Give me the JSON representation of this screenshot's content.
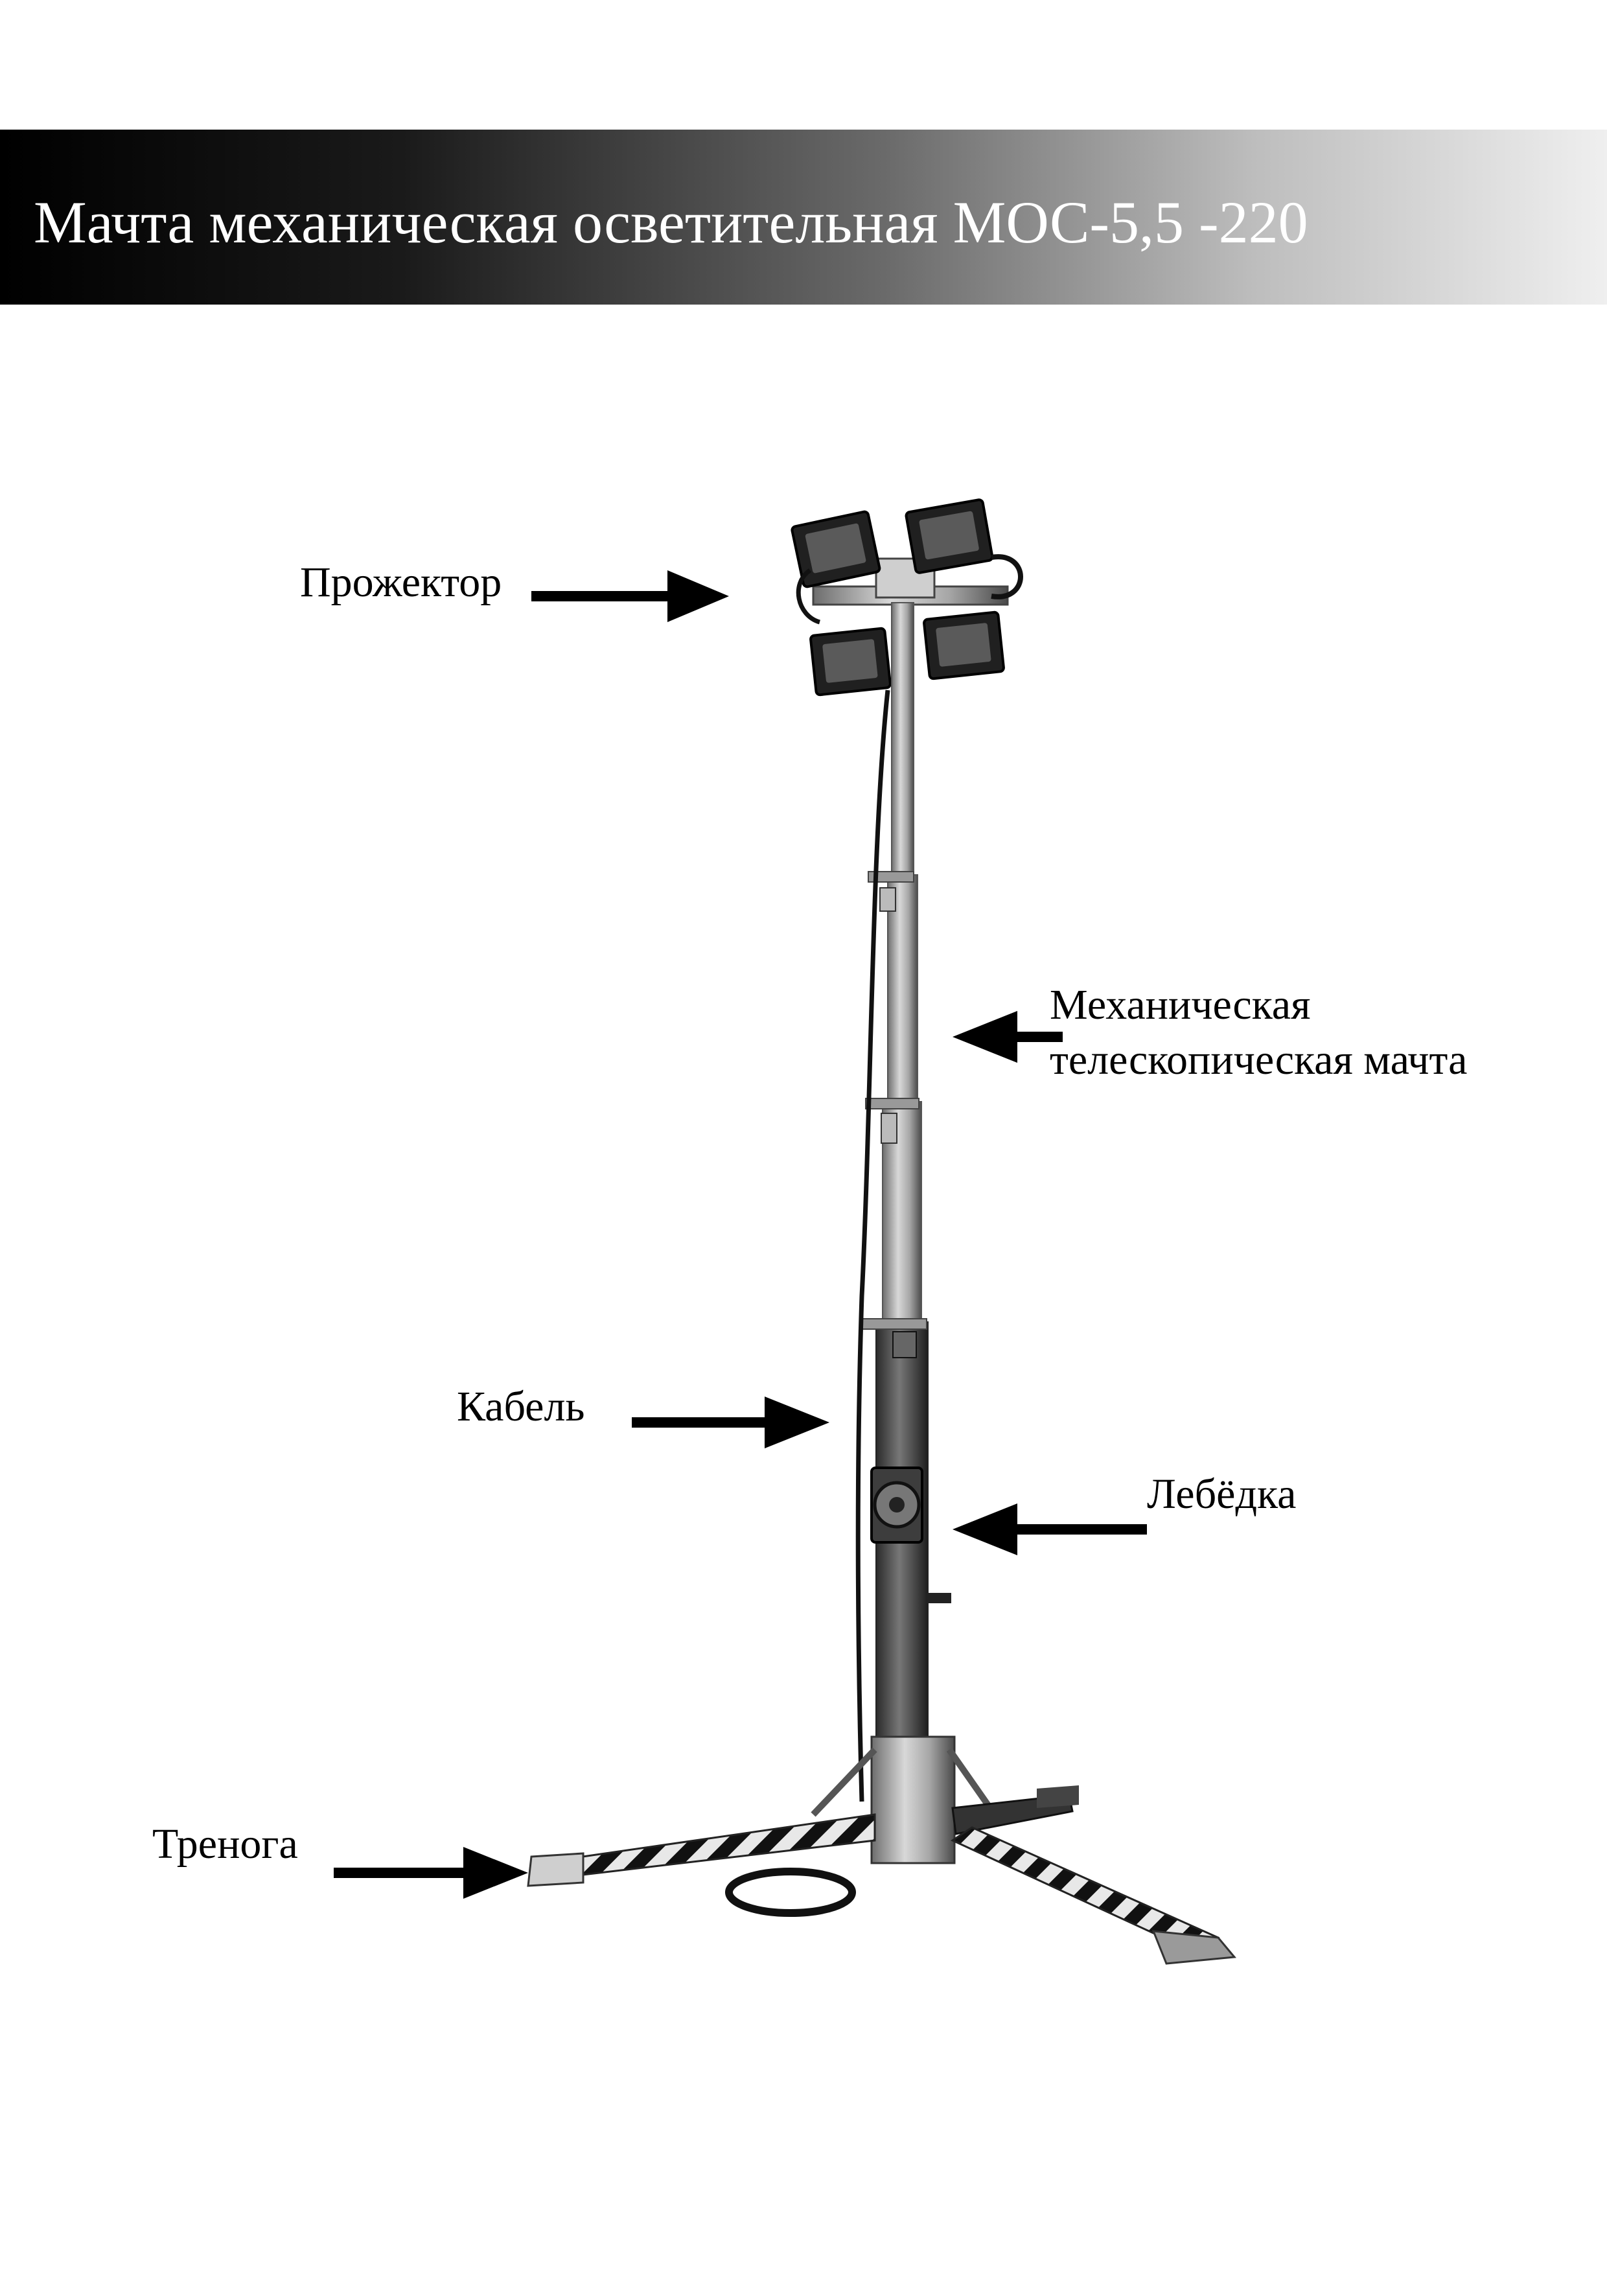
{
  "header": {
    "title": "Мачта механическая осветительная МОС-5,5 -220"
  },
  "labels": {
    "projector": "Прожектор",
    "mast_line1": "Механическая",
    "mast_line2": "телескопическая мачта",
    "cable": "Кабель",
    "winch": "Лебёдка",
    "tripod": "Тренога"
  }
}
